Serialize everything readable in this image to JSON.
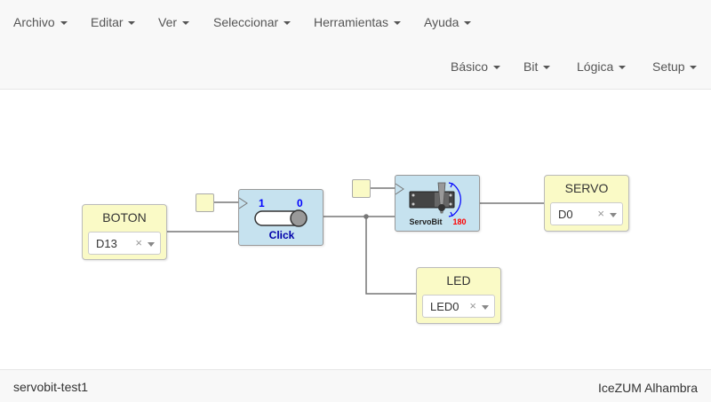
{
  "menubar": {
    "items": [
      "Archivo",
      "Editar",
      "Ver",
      "Seleccionar",
      "Herramientas",
      "Ayuda"
    ],
    "blocks": [
      "Básico",
      "Bit",
      "Lógica",
      "Setup"
    ]
  },
  "blocks": {
    "boton": {
      "title": "BOTON",
      "pin": "D13"
    },
    "click": {
      "label_one": "1",
      "label_zero": "0",
      "label": "Click"
    },
    "servobit": {
      "label": "ServoBit",
      "degrees": "180"
    },
    "servo": {
      "title": "SERVO",
      "pin": "D0"
    },
    "led": {
      "title": "LED",
      "pin": "LED0"
    },
    "clear_symbol": "×"
  },
  "status": {
    "project": "servobit-test1",
    "board": "IceZUM Alhambra"
  },
  "colors": {
    "io_block": "#fafac6",
    "logic_block": "#c6e2ef",
    "wire": "#777777",
    "accent_blue": "#0000ff",
    "accent_red": "#ff0000"
  }
}
